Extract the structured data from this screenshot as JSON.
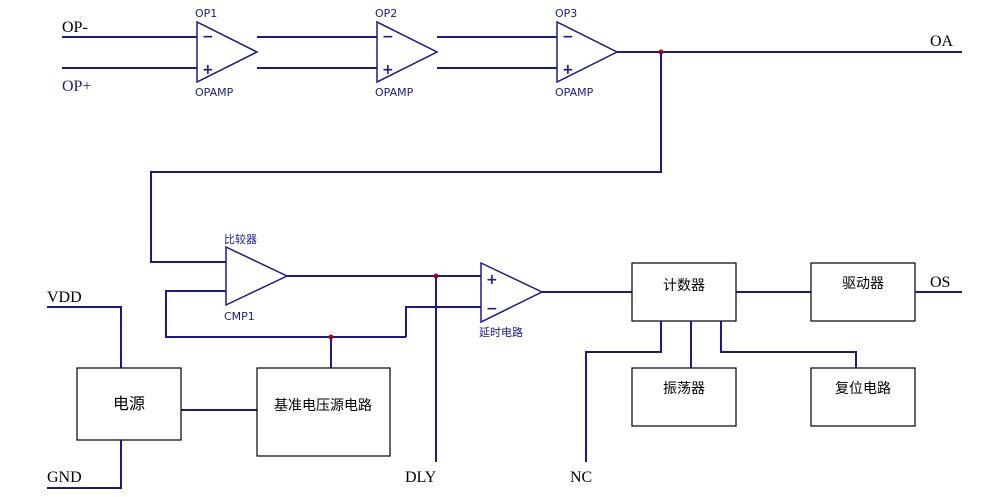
{
  "pins": {
    "op_minus": "OP-",
    "op_plus": "OP+",
    "oa": "OA",
    "vdd": "VDD",
    "gnd": "GND",
    "dly": "DLY",
    "nc": "NC",
    "os": "OS"
  },
  "opamps": [
    {
      "name": "OP1",
      "type": "OPAMP"
    },
    {
      "name": "OP2",
      "type": "OPAMP"
    },
    {
      "name": "OP3",
      "type": "OPAMP"
    }
  ],
  "comparator": {
    "title": "比较器",
    "name": "CMP1"
  },
  "delay": {
    "label": "延时电路"
  },
  "signs": {
    "minus": "−",
    "plus": "+"
  },
  "blocks": {
    "power": "电源",
    "reference": "基准电压源电路",
    "counter": "计数器",
    "driver": "驱动器",
    "oscillator": "振荡器",
    "reset": "复位电路"
  },
  "colors": {
    "wire": "#1a1a8c",
    "junction": "#cc0000",
    "box": "#000000"
  }
}
